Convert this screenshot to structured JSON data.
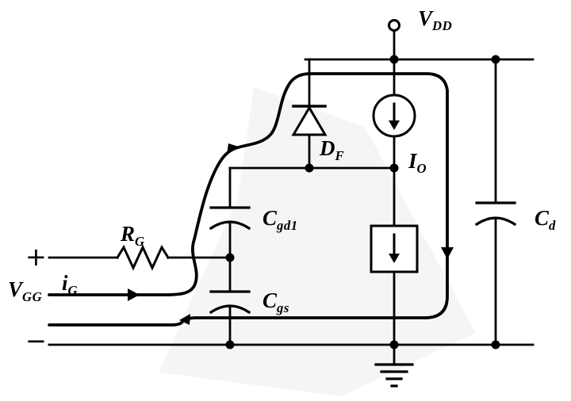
{
  "figure": {
    "title": "Power MOSFET gate-drive equivalent circuit with freewheeling diode and current-source load",
    "background_color": "#ffffff",
    "line_color": "#000000",
    "watermark_color": "#f4f4f4"
  },
  "labels": {
    "vdd": {
      "base": "V",
      "sub": "DD"
    },
    "df": {
      "base": "D",
      "sub": "F"
    },
    "io": {
      "base": "I",
      "sub": "O"
    },
    "cgd1": {
      "base": "C",
      "sub": "gd1"
    },
    "cgs": {
      "base": "C",
      "sub": "gs"
    },
    "cd": {
      "base": "C",
      "sub": "d"
    },
    "rg": {
      "base": "R",
      "sub": "G"
    },
    "ig": {
      "base": "i",
      "sub": "G"
    },
    "vgg": {
      "base": "V",
      "sub": "GG"
    },
    "plus": "+",
    "minus": "−"
  },
  "components": [
    {
      "name": "vdd-terminal",
      "type": "supply terminal (open circle)",
      "label_ref": "vdd"
    },
    {
      "name": "freewheeling-diode",
      "type": "diode, anode at bottom, pointing up",
      "label_ref": "df"
    },
    {
      "name": "load-current-source",
      "type": "circle with downward arrow",
      "label_ref": "io"
    },
    {
      "name": "gate-drain-capacitor",
      "type": "capacitor (flat + curved plate)",
      "label_ref": "cgd1"
    },
    {
      "name": "gate-source-capacitor",
      "type": "capacitor (flat + curved plate)",
      "label_ref": "cgs"
    },
    {
      "name": "drain-capacitor",
      "type": "capacitor (flat + curved plate)",
      "label_ref": "cd"
    },
    {
      "name": "gate-resistor",
      "type": "zigzag resistor",
      "label_ref": "rg"
    },
    {
      "name": "mosfet-channel-box",
      "type": "square box with downward arrow",
      "label_ref": null
    },
    {
      "name": "ground-symbol",
      "type": "earth ground",
      "label_ref": null
    },
    {
      "name": "gate-current-loop",
      "type": "thick arrowed current-flow path",
      "label_ref": "ig"
    },
    {
      "name": "gate-supply",
      "type": "source terminals plus/minus",
      "label_ref": "vgg"
    }
  ]
}
